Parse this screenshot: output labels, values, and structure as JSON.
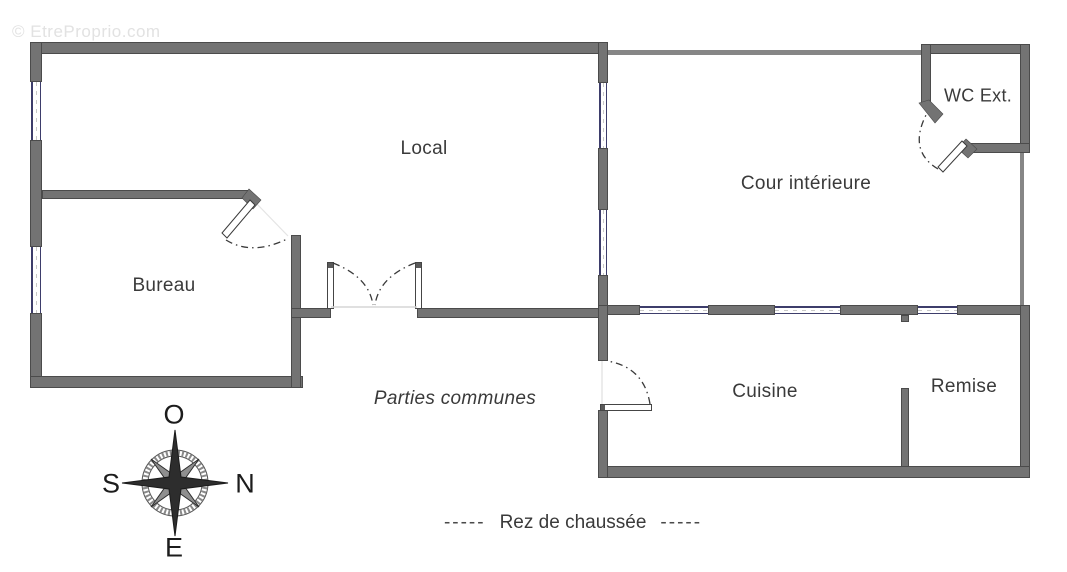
{
  "watermark": "© EtreProprio.com",
  "rooms": {
    "local": "Local",
    "bureau": "Bureau",
    "cour": "Cour intérieure",
    "wc": "WC Ext.",
    "cuisine": "Cuisine",
    "remise": "Remise",
    "communes": "Parties communes"
  },
  "floor": {
    "label": "Rez de chaussée",
    "dashes": "-----"
  },
  "compass": {
    "top": "O",
    "right": "N",
    "left": "S",
    "bottom": "E"
  },
  "colors": {
    "wall": "#737373",
    "wall_thin": "#868686",
    "window_frame": "#3d3d6b",
    "text": "#3a3a3a",
    "watermark": "#e2e2e2",
    "door_arc": "#3a3a3a"
  }
}
